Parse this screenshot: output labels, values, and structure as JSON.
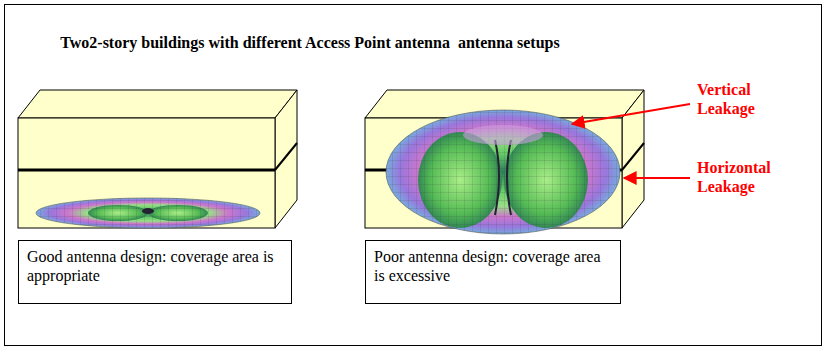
{
  "diagram": {
    "title": "Two2-story buildings with different Access Point antenna  antenna setups",
    "nodes": [
      {
        "text": [
          "Good antenna design: coverage area is appropriate"
        ]
      },
      {
        "text": [
          "Poor antenna design: coverage area is excessive"
        ]
      }
    ],
    "labels": [
      "Vertical Leakage",
      "Horizontal Leakage"
    ]
  }
}
